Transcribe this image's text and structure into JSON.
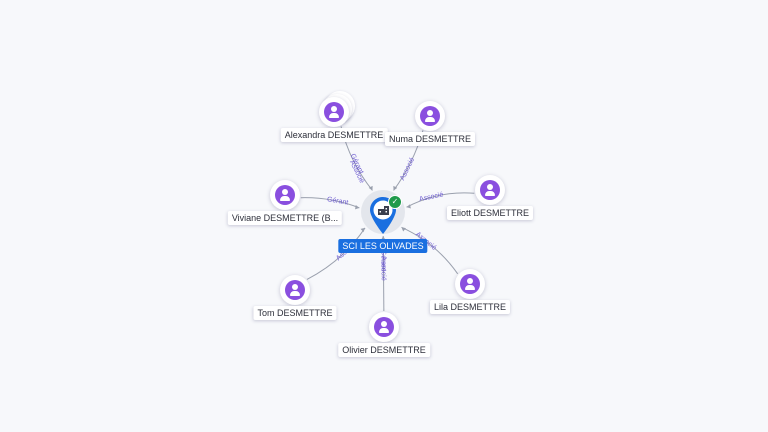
{
  "center": {
    "name": "SCI LES OLIVADES",
    "icon": "building-icon",
    "badge": "check-icon"
  },
  "colors": {
    "accent": "#1a6fe0",
    "avatar": "#8a4fdf",
    "edge": "#9aa0ad",
    "edge_label": "#6d5bd0",
    "badge": "#1f9a4b"
  },
  "people": [
    {
      "name": "Alexandra DESMETTRE",
      "roles": [
        "Gérant",
        "Associé"
      ],
      "icon": "person-icon"
    },
    {
      "name": "Numa DESMETTRE",
      "roles": [
        "Associé"
      ],
      "icon": "person-icon"
    },
    {
      "name": "Eliott DESMETTRE",
      "roles": [
        "Associé"
      ],
      "icon": "person-icon"
    },
    {
      "name": "Viviane DESMETTRE (B...",
      "roles": [
        "Gérant"
      ],
      "icon": "person-icon"
    },
    {
      "name": "Lila DESMETTRE",
      "roles": [
        "Associé"
      ],
      "icon": "person-icon"
    },
    {
      "name": "Tom DESMETTRE",
      "roles": [
        "Associé"
      ],
      "icon": "person-icon"
    },
    {
      "name": "Olivier DESMETTRE",
      "roles": [
        "Gérant",
        "Associé"
      ],
      "icon": "person-icon"
    }
  ]
}
